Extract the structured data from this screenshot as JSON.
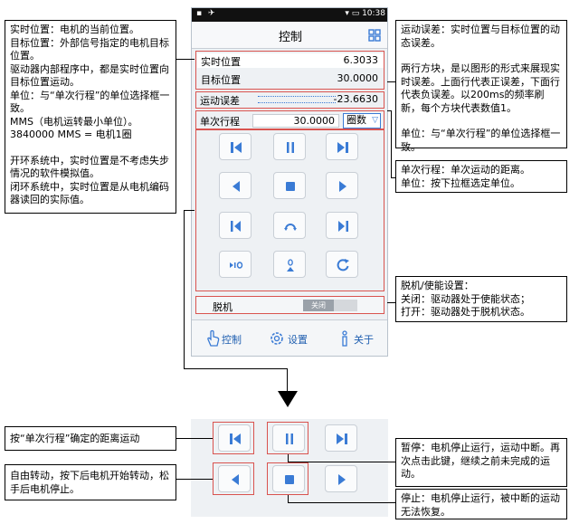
{
  "notes": {
    "left": [
      "实时位置：电机的当前位置。",
      "目标位置：外部信号指定的电机目标位置。",
      "驱动器内部程序中，都是实时位置向目标位置运动。",
      "单位：与“单次行程”的单位选择框一致。",
      "MMS（电机运转最小单位）。",
      "3840000 MMS = 电机1圈",
      "",
      "开环系统中，实时位置是不考虑失步情况的软件模拟值。",
      "闭环系统中，实时位置是从电机编码器读回的实际值。"
    ],
    "right_top": [
      "运动误差：实时位置与目标位置的动态误差。",
      "",
      "两行方块，是以图形的形式来展现实时误差。上面行代表正误差，下面行代表负误差。以200ms的频率刷新，每个方块代表数值1。",
      "",
      "单位：与“单次行程”的单位选择框一致。"
    ],
    "right_mid": [
      "单次行程：单次运动的距离。",
      "单位：按下拉框选定单位。"
    ],
    "right_bot": [
      "脱机/使能设置：",
      "关闭：驱动器处于使能状态；",
      "打开：驱动器处于脱机状态。"
    ],
    "bl1": [
      "按“单次行程”确定的距离运动"
    ],
    "bl2": [
      "自由转动，按下后电机开始转动，松手后电机停止。"
    ],
    "br1": [
      "暂停：电机停止运行，运动中断。再次点击此键，继续之前未完成的运动。"
    ],
    "br2": [
      "停止：电机停止运行，被中断的运动无法恢复。"
    ]
  },
  "status": {
    "time": "10:38"
  },
  "app": {
    "title": "控制"
  },
  "fields": {
    "actual_label": "实时位置",
    "actual_value": "6.3033",
    "target_label": "目标位置",
    "target_value": "30.0000",
    "error_label": "运动误差",
    "error_value": "-23.6630",
    "step_label": "单次行程",
    "step_value": "30.0000",
    "unit_value": "圈数"
  },
  "offline": {
    "label": "脱机",
    "toggle_text": "关闭"
  },
  "tabs": [
    {
      "label": "控制"
    },
    {
      "label": "设置"
    },
    {
      "label": "关于"
    }
  ],
  "colors": {
    "accent": "#3a7bd5",
    "highlight": "#d9534f"
  }
}
